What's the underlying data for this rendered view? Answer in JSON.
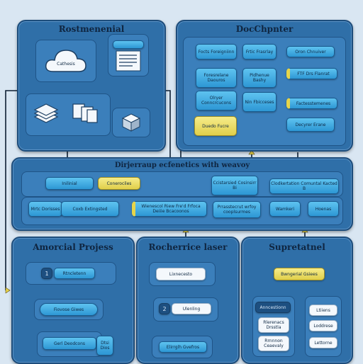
{
  "panels": {
    "top_left_title": "Rostmenenial",
    "top_right_title": "DocChpnter",
    "middle_title": "Dirjerraup ecfenetics with weavoy",
    "bottom_left_title": "Amorcial Projess",
    "bottom_mid_title": "Rocherrice laser",
    "bottom_right_title": "Supretatnel"
  },
  "top_left": {
    "cloud_label": "Cathesis",
    "list_icon": "list-document-icon",
    "stack_icon": "paper-stack-icon",
    "docs_icon": "documents-icon",
    "cube_icon": "cube-icon"
  },
  "top_right": {
    "nodes": [
      "Focts Foreigniinn",
      "Frtic Frasrlay",
      "Oron Chnuiver",
      "Foresrelane Daouros",
      "Pidhenue Bashy",
      "FTF Drs Flanrat",
      "Olryer Conncrcucons",
      "Nin Fbicceses",
      "Factesstemenes",
      "Duedo Fucre",
      "Decyrer Erane"
    ]
  },
  "middle": {
    "row1": [
      "Inilinial",
      "Conerociles",
      "Ccistarsied Cosinsirr Bi",
      "Clodkertation Comuntal Kacted B"
    ],
    "row2": [
      "Mrtc Dorisses",
      "Coxb Extingsted",
      "Wienescol Riew Fre'd Frfoca Deiiie Bcacoonos",
      "Prrasstecrut wrfoy cooplsurmes",
      "Wamkeri",
      "Hoenas"
    ]
  },
  "bottom_left": {
    "step_num": "1",
    "step_label": "Rtncletenn",
    "node2": "Fiovose Giwes",
    "node3": "Gerl Deodcons",
    "side": "Dtsi Dios"
  },
  "bottom_mid": {
    "node1": "Lixnecesto",
    "step_num": "2",
    "step_label": "Ulenling",
    "node3": "Elirrglh Gvefros"
  },
  "bottom_right": {
    "top": "Bwngerial Gsiees",
    "left": [
      "Anncestionn",
      "Rlerenacs Drsstla",
      "Rrnnnon Ceaevaly"
    ],
    "right": [
      "Ltiiens",
      "Loddrese",
      "Lettorne"
    ]
  }
}
